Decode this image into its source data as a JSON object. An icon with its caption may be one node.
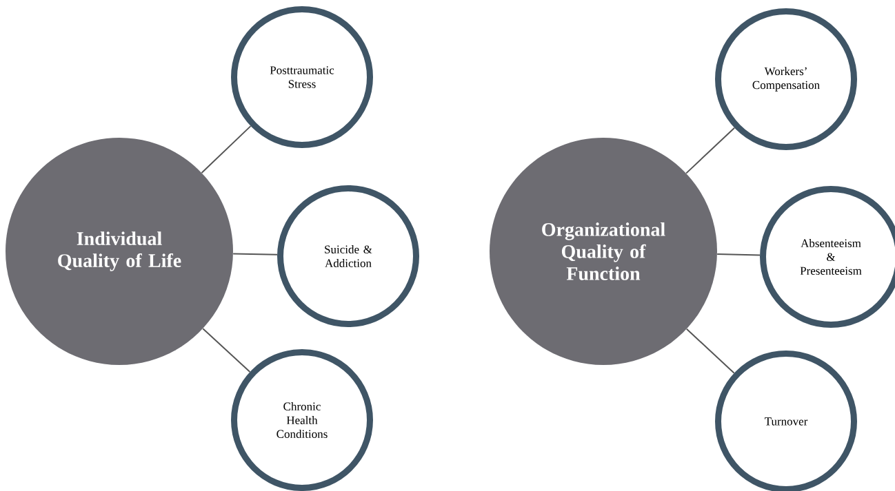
{
  "diagram": {
    "nodes": [
      {
        "text": [
          "Individual Quality of Life"
        ]
      },
      {
        "text": [
          "Posttraumatic Stress"
        ]
      },
      {
        "text": [
          "Suicide & Addiction"
        ]
      },
      {
        "text": [
          "Chronic Health Conditions"
        ]
      },
      {
        "text": [
          "Organizational Quality of Function"
        ]
      },
      {
        "text": [
          "Workers’ Compensation"
        ]
      },
      {
        "text": [
          "Absenteeism & Presenteeism"
        ]
      },
      {
        "text": [
          "Turnover"
        ]
      }
    ],
    "edges": [
      {
        "from": 0,
        "to": 1,
        "arrow": "none"
      },
      {
        "from": 0,
        "to": 2,
        "arrow": "none"
      },
      {
        "from": 0,
        "to": 3,
        "arrow": "none"
      },
      {
        "from": 4,
        "to": 5,
        "arrow": "none"
      },
      {
        "from": 4,
        "to": 6,
        "arrow": "none"
      },
      {
        "from": 4,
        "to": 7,
        "arrow": "none"
      }
    ]
  }
}
